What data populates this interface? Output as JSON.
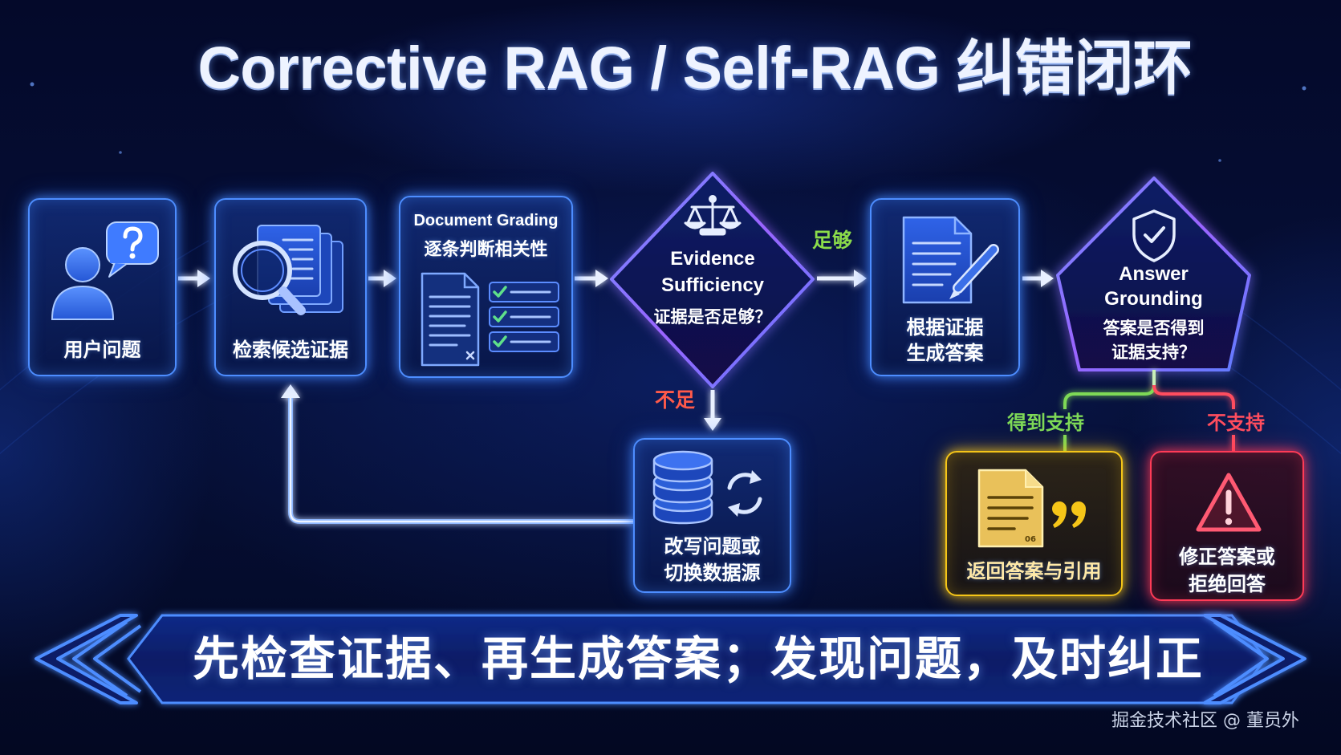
{
  "title": "Corrective RAG / Self-RAG 纠错闭环",
  "nodes": {
    "user_question": {
      "label": "用户问题",
      "icon": "user-question-icon"
    },
    "retrieve": {
      "label": "检索候选证据",
      "icon": "search-documents-icon"
    },
    "grading": {
      "title": "Document Grading",
      "subtitle": "逐条判断相关性",
      "icon": "document-checklist-icon"
    },
    "sufficiency": {
      "title_line1": "Evidence",
      "title_line2": "Sufficiency",
      "subtitle": "证据是否足够？",
      "icon": "scales-icon"
    },
    "generate": {
      "line1": "根据证据",
      "line2": "生成答案",
      "icon": "document-pen-icon"
    },
    "grounding": {
      "title_line1": "Answer",
      "title_line2": "Grounding",
      "subtitle_line1": "答案是否得到",
      "subtitle_line2": "证据支持？",
      "icon": "shield-check-icon"
    },
    "rewrite": {
      "line1": "改写问题或",
      "line2": "切换数据源",
      "icon": "database-refresh-icon"
    },
    "return_answer": {
      "label": "返回答案与引用",
      "icon": "document-quote-icon",
      "icon_badge": "06"
    },
    "correct": {
      "line1": "修正答案或",
      "line2": "拒绝回答",
      "icon": "warning-icon"
    }
  },
  "edges": {
    "enough": "足够",
    "insufficient": "不足",
    "supported": "得到支持",
    "unsupported": "不支持"
  },
  "banner": "先检查证据、再生成答案；发现问题，及时纠正",
  "watermark": "掘金技术社区 @ 董员外",
  "colors": {
    "background": "#04092a",
    "node_border": "#4d8dff",
    "decision_border": "#8a6bff",
    "enough_label": "#8bdc4a",
    "insufficient_label": "#ff5a4a",
    "supported": "#7ed957",
    "unsupported": "#ff4d5e",
    "return_box": "#f5c518",
    "correct_box": "#ff3b57"
  }
}
